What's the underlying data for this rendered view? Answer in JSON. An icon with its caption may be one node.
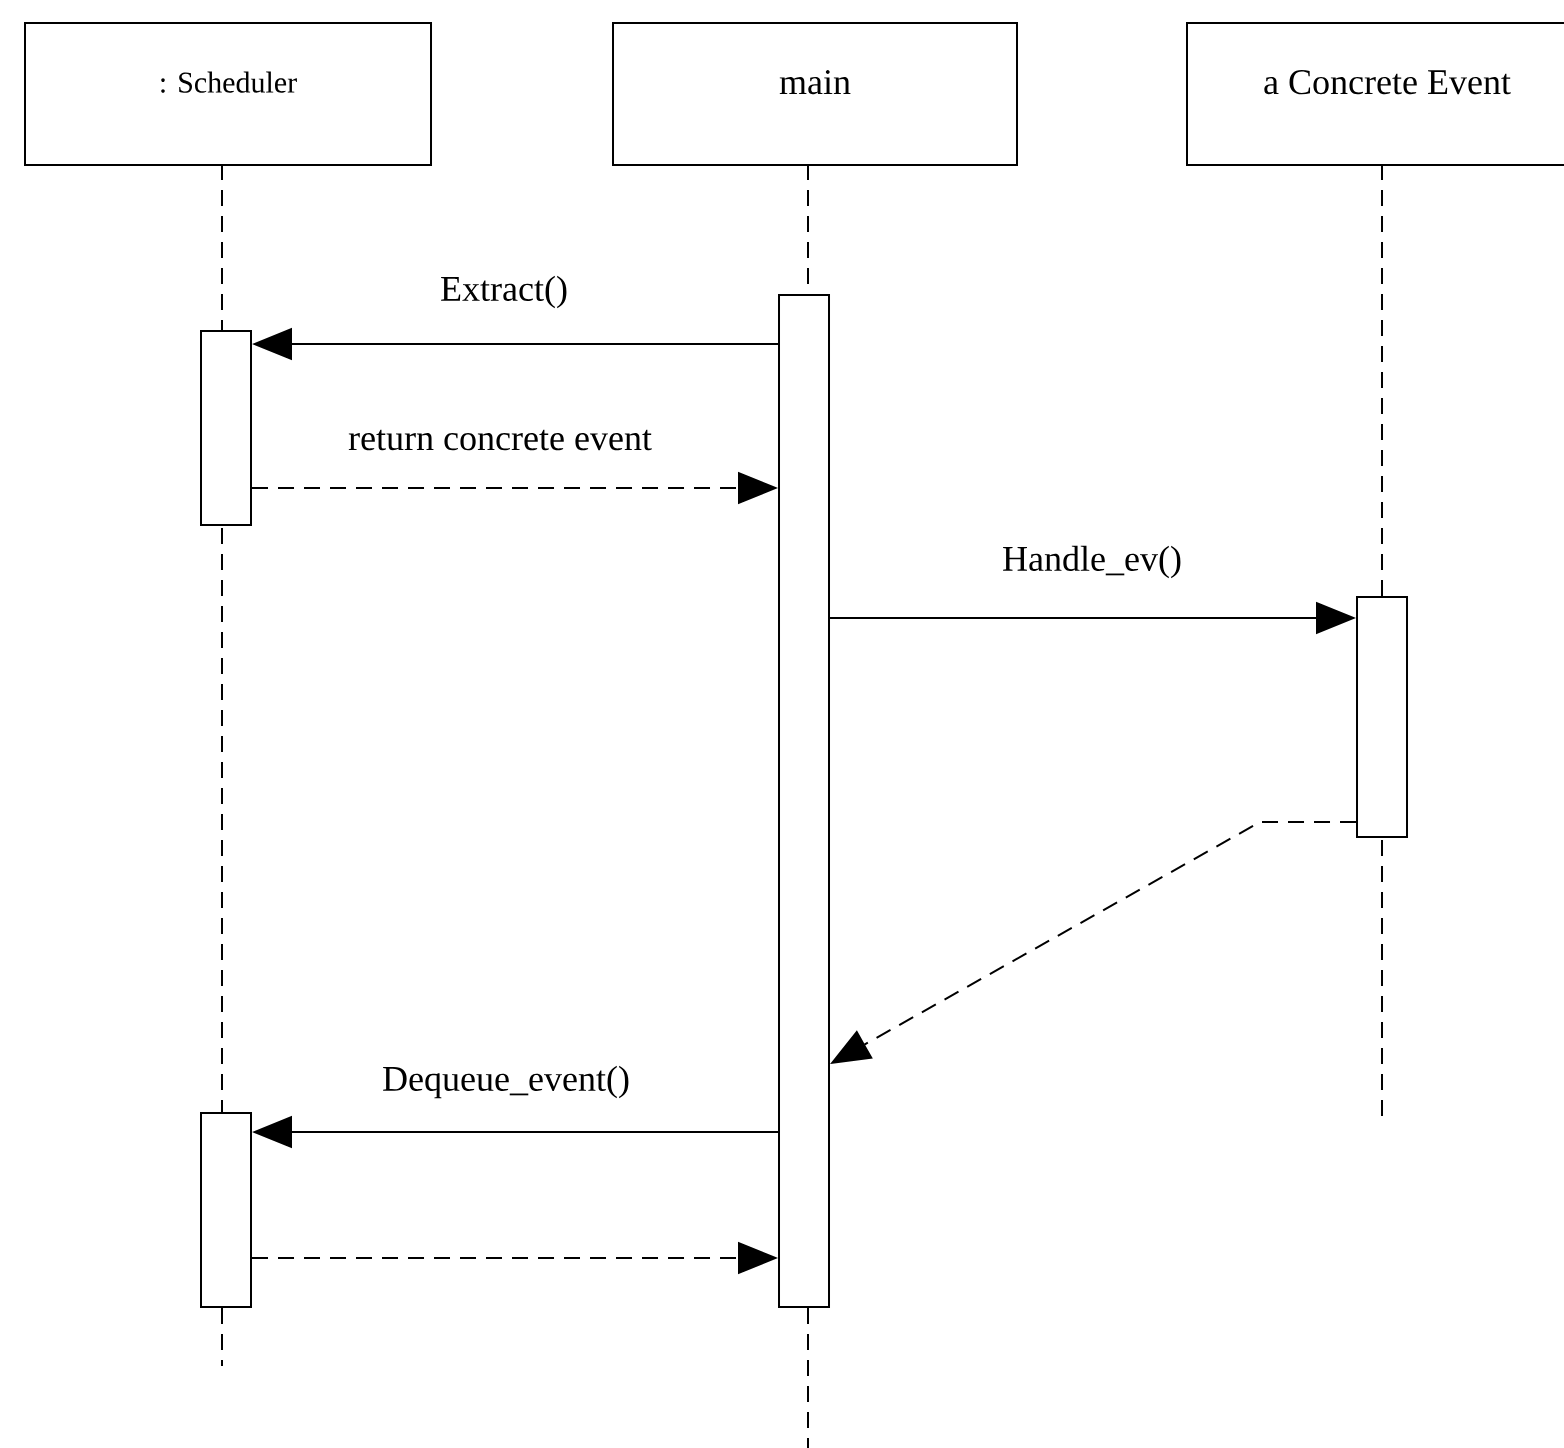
{
  "diagram": {
    "nodes": [
      {
        "text": [
          ": Scheduler"
        ]
      },
      {
        "text": [
          "main"
        ]
      },
      {
        "text": [
          "a Concrete Event"
        ]
      },
      {
        "text": [],
        "shape": "bar"
      },
      {
        "text": [],
        "shape": "bar"
      },
      {
        "text": [],
        "shape": "bar"
      },
      {
        "text": [],
        "shape": "bar"
      }
    ],
    "edges": [
      {
        "from": 4,
        "to": 3,
        "arrow": "to",
        "label": "Extract()"
      },
      {
        "from": 3,
        "to": 4,
        "arrow": "to",
        "label": "return concrete event",
        "style": "dashed"
      },
      {
        "from": 4,
        "to": 5,
        "arrow": "to",
        "label": "Handle_ev()"
      },
      {
        "from": 5,
        "to": 4,
        "arrow": "to",
        "style": "dashed"
      },
      {
        "from": 4,
        "to": 6,
        "arrow": "to",
        "label": "Dequeue_event()"
      },
      {
        "from": 6,
        "to": 4,
        "arrow": "to",
        "style": "dashed"
      }
    ]
  }
}
